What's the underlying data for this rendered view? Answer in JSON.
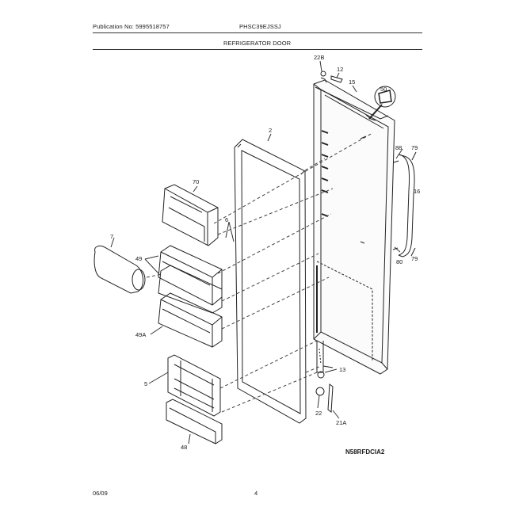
{
  "header": {
    "publication": "Publication No: 5995518757",
    "model": "PHSC39EJSSJ",
    "section_title": "REFRIGERATOR DOOR"
  },
  "footer": {
    "date": "06/09",
    "page": "4"
  },
  "diagram": {
    "code": "N58RFDCIA2",
    "part_labels": {
      "p22B": "22B",
      "p12": "12",
      "p15": "15",
      "p50": "50",
      "p2": "2",
      "p88": "88",
      "p79a": "79",
      "p16": "16",
      "p70": "70",
      "p6": "6",
      "p7": "7",
      "p49": "49",
      "p49A": "49A",
      "p80": "80",
      "p79b": "79",
      "p13": "13",
      "p5": "5",
      "p22": "22",
      "p21A": "21A",
      "p48": "48"
    }
  }
}
